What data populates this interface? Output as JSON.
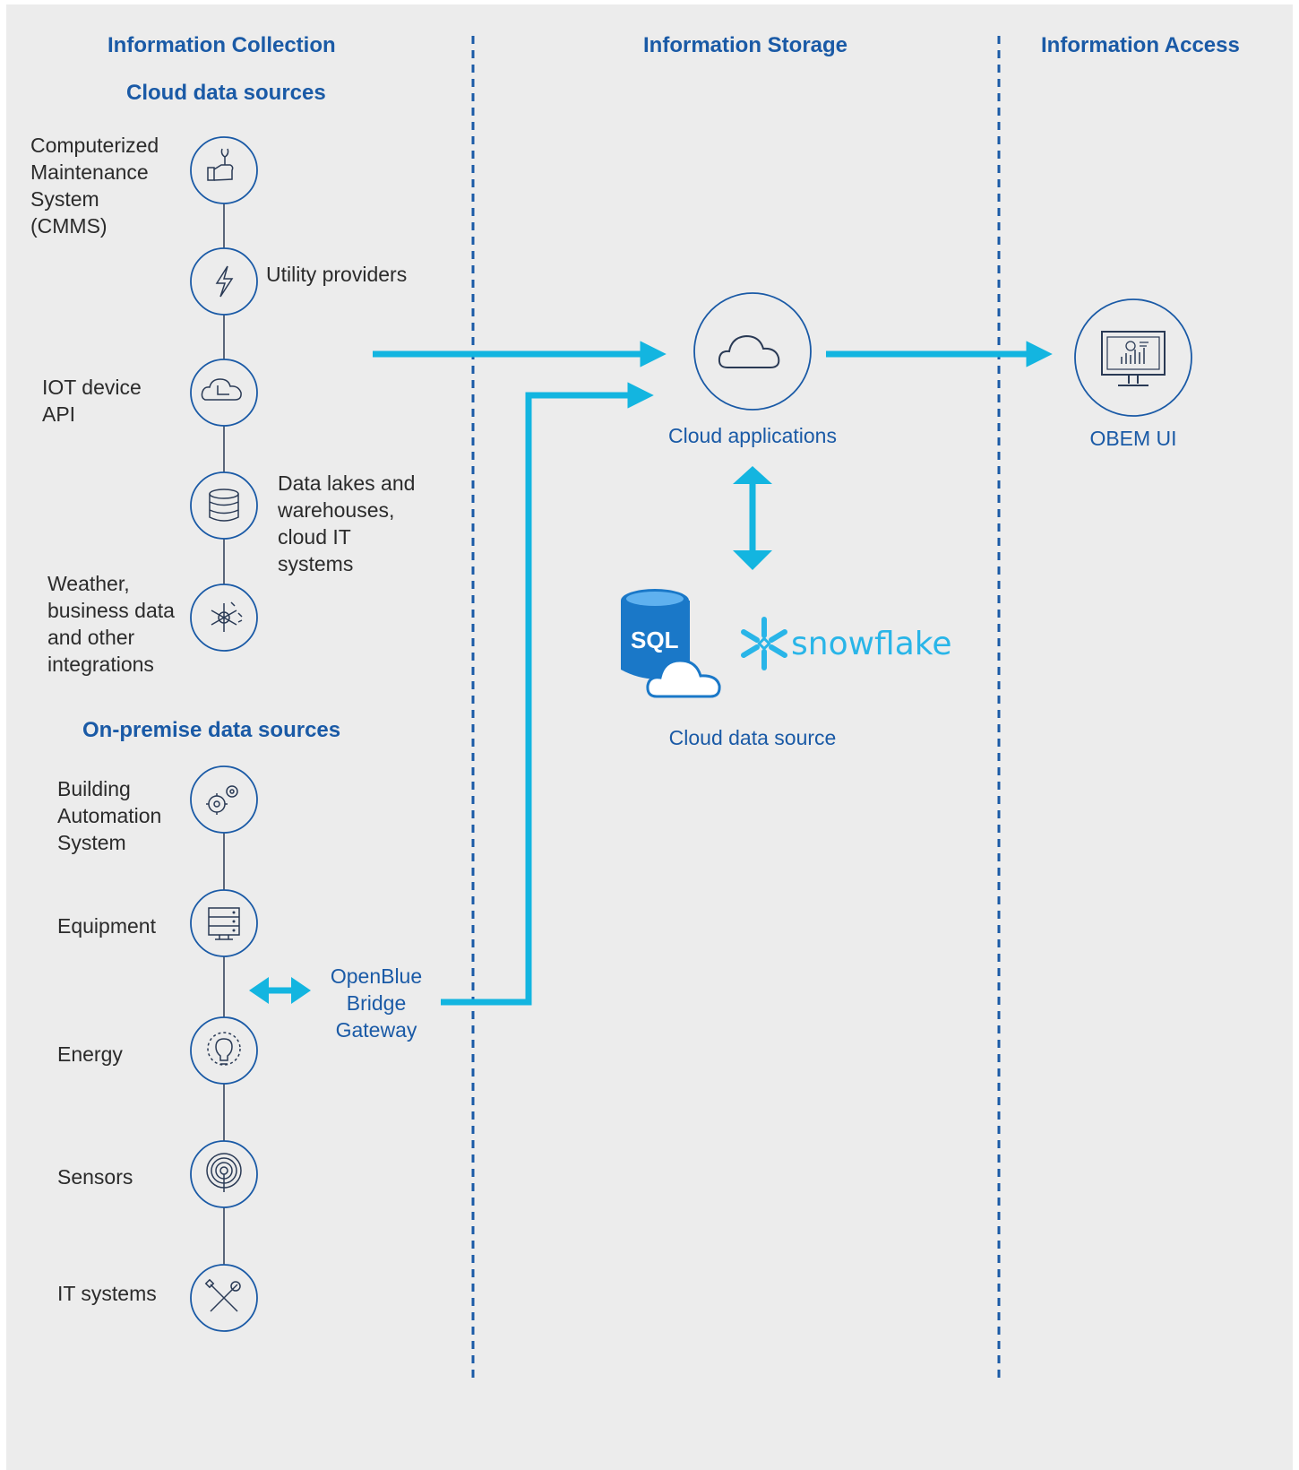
{
  "columns": {
    "collection": "Information Collection",
    "storage": "Information Storage",
    "access": "Information Access"
  },
  "cloud_sources": {
    "title": "Cloud data sources",
    "items": [
      {
        "label": "Computerized\nMaintenance\nSystem\n(CMMS)",
        "icon": "maintenance-hand-wrench-icon"
      },
      {
        "label": "Utility providers",
        "icon": "lightning-bolt-icon"
      },
      {
        "label": "IOT device\nAPI",
        "icon": "cloud-device-icon"
      },
      {
        "label": "Data lakes and\nwarehouses,\ncloud IT\nsystems",
        "icon": "database-icon"
      },
      {
        "label": "Weather,\nbusiness data\nand other\nintegrations",
        "icon": "weather-sun-snow-icon"
      }
    ]
  },
  "onprem_sources": {
    "title": "On-premise data sources",
    "items": [
      {
        "label": "Building\nAutomation\nSystem",
        "icon": "gears-icon"
      },
      {
        "label": "Equipment",
        "icon": "server-rack-icon"
      },
      {
        "label": "Energy",
        "icon": "lightbulb-icon"
      },
      {
        "label": "Sensors",
        "icon": "signal-sensor-icon"
      },
      {
        "label": "IT systems",
        "icon": "tools-icon"
      }
    ]
  },
  "gateway": {
    "label": "OpenBlue\nBridge\nGateway"
  },
  "storage": {
    "cloud_apps_label": "Cloud applications",
    "cloud_icon": "cloud-icon",
    "cloud_data_source_label": "Cloud data source",
    "sql_logo_text": "SQL",
    "snowflake_logo_text": "snowflake"
  },
  "access": {
    "obem_label": "OBEM UI",
    "icon": "monitor-dashboard-icon"
  },
  "colors": {
    "heading": "#1a5aa6",
    "arrow": "#13b5e0",
    "divider": "#1a5aa6",
    "background": "#ececec",
    "snowflake": "#29b5e8",
    "sql": "#1a78c8"
  }
}
